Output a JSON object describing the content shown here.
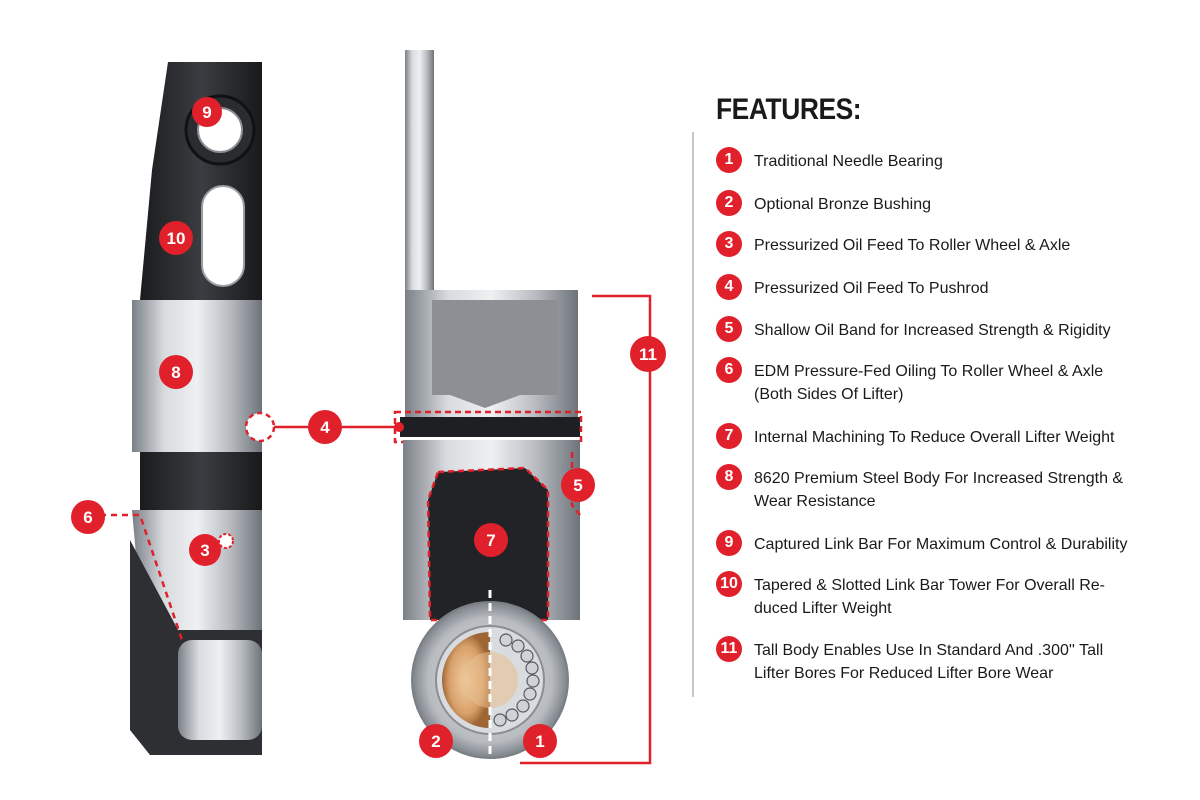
{
  "features": {
    "heading": "FEATURES:",
    "items": [
      {
        "num": "1",
        "lines": [
          "Traditional Needle Bearing"
        ]
      },
      {
        "num": "2",
        "lines": [
          "Optional Bronze Bushing"
        ]
      },
      {
        "num": "3",
        "lines": [
          "Pressurized Oil Feed To Roller Wheel & Axle"
        ]
      },
      {
        "num": "4",
        "lines": [
          "Pressurized Oil Feed To Pushrod"
        ]
      },
      {
        "num": "5",
        "lines": [
          "Shallow Oil Band for Increased Strength & Rigidity"
        ]
      },
      {
        "num": "6",
        "lines": [
          "EDM Pressure-Fed Oiling To Roller Wheel & Axle",
          "(Both Sides Of Lifter)"
        ]
      },
      {
        "num": "7",
        "lines": [
          "Internal Machining To Reduce Overall Lifter Weight"
        ]
      },
      {
        "num": "8",
        "lines": [
          "8620 Premium Steel Body For Increased Strength &",
          "Wear Resistance"
        ]
      },
      {
        "num": "9",
        "lines": [
          "Captured Link Bar For Maximum Control & Durability"
        ]
      },
      {
        "num": "10",
        "lines": [
          "Tapered & Slotted Link Bar Tower For Overall Re-",
          "duced Lifter Weight"
        ]
      },
      {
        "num": "11",
        "lines": [
          "Tall Body Enables Use In Standard And .300'' Tall",
          "Lifter Bores For Reduced Lifter Bore Wear"
        ]
      }
    ]
  },
  "callouts": {
    "c1": "1",
    "c2": "2",
    "c3": "3",
    "c4": "4",
    "c5": "5",
    "c6": "6",
    "c7": "7",
    "c8": "8",
    "c9": "9",
    "c10": "10",
    "c11": "11"
  },
  "colors": {
    "accent": "#e0202b",
    "steel": "#b9bdc2",
    "dark_steel": "#2b2d30",
    "bronze": "#c88a4e"
  }
}
